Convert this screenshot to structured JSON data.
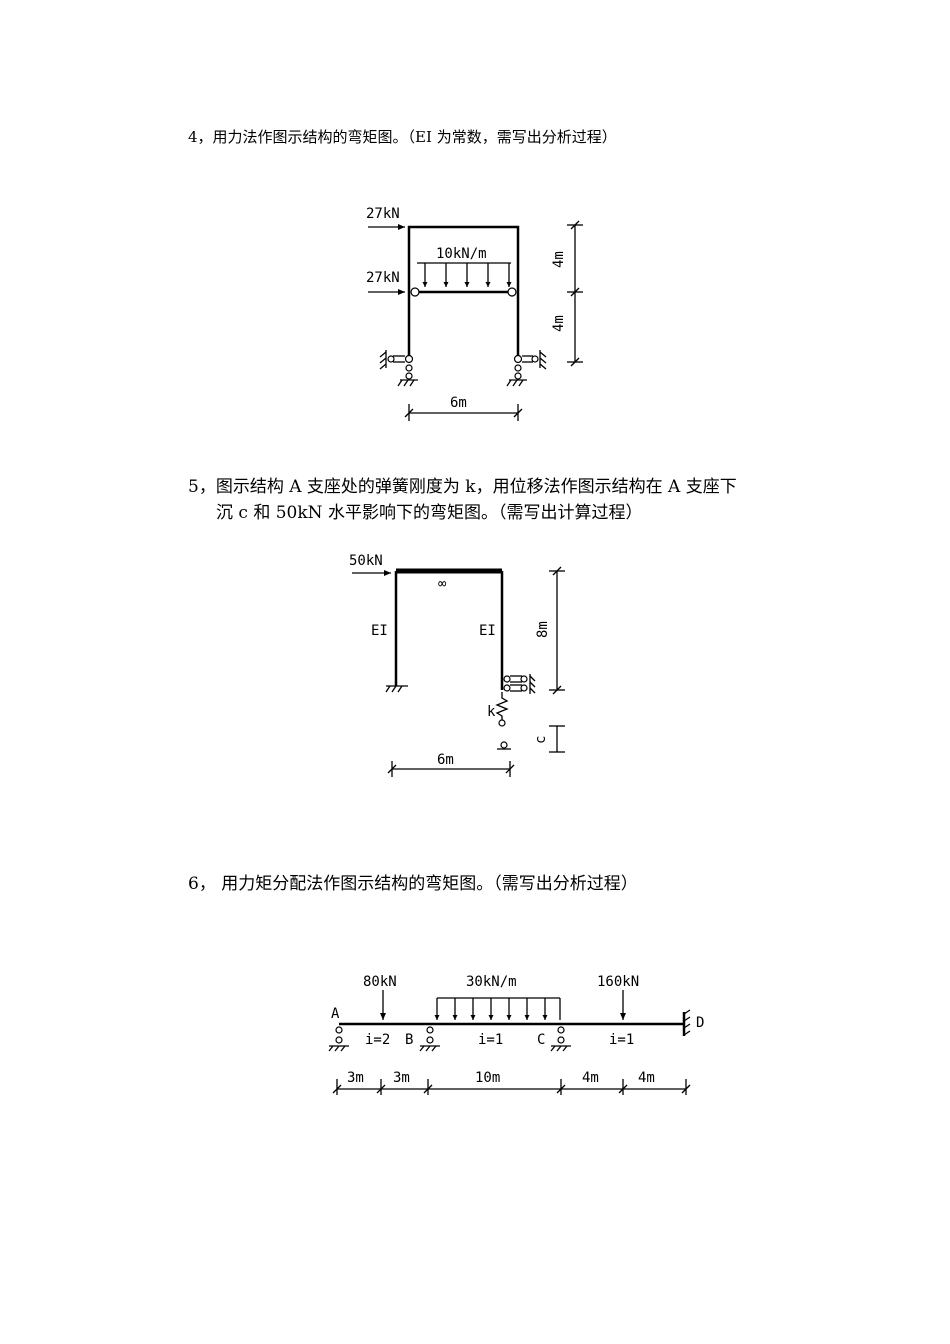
{
  "problems": [
    {
      "text": "4，用力法作图示结构的弯矩图。（EI 为常数，需写出分析过程）",
      "labels": {
        "load_top": "27kN",
        "load_mid": "27kN",
        "dist_load": "10kN/m",
        "height_upper": "4m",
        "height_lower": "4m",
        "span": "6m"
      }
    },
    {
      "text": "5，图示结构 A 支座处的弹簧刚度为 k，用位移法作图示结构在 A 支座下",
      "text2": "沉 c 和 50kN 水平影响下的弯矩图。（需写出计算过程）",
      "labels": {
        "load": "50kN",
        "infinity": "∞",
        "ei_left": "EI",
        "ei_right": "EI",
        "height": "8m",
        "spring": "k",
        "settlement": "c",
        "span": "6m"
      }
    },
    {
      "text": "6，   用力矩分配法作图示结构的弯矩图。（需写出分析过程）",
      "labels": {
        "load_point1": "80kN",
        "dist_load": "30kN/m",
        "load_point2": "160kN",
        "node_a": "A",
        "node_b": "B",
        "node_c": "C",
        "node_d": "D",
        "stiff_ab": "i=2",
        "stiff_bc": "i=1",
        "stiff_cd": "i=1",
        "dim1": "3m",
        "dim2": "3m",
        "dim3": "10m",
        "dim4": "4m",
        "dim5": "4m"
      }
    }
  ]
}
